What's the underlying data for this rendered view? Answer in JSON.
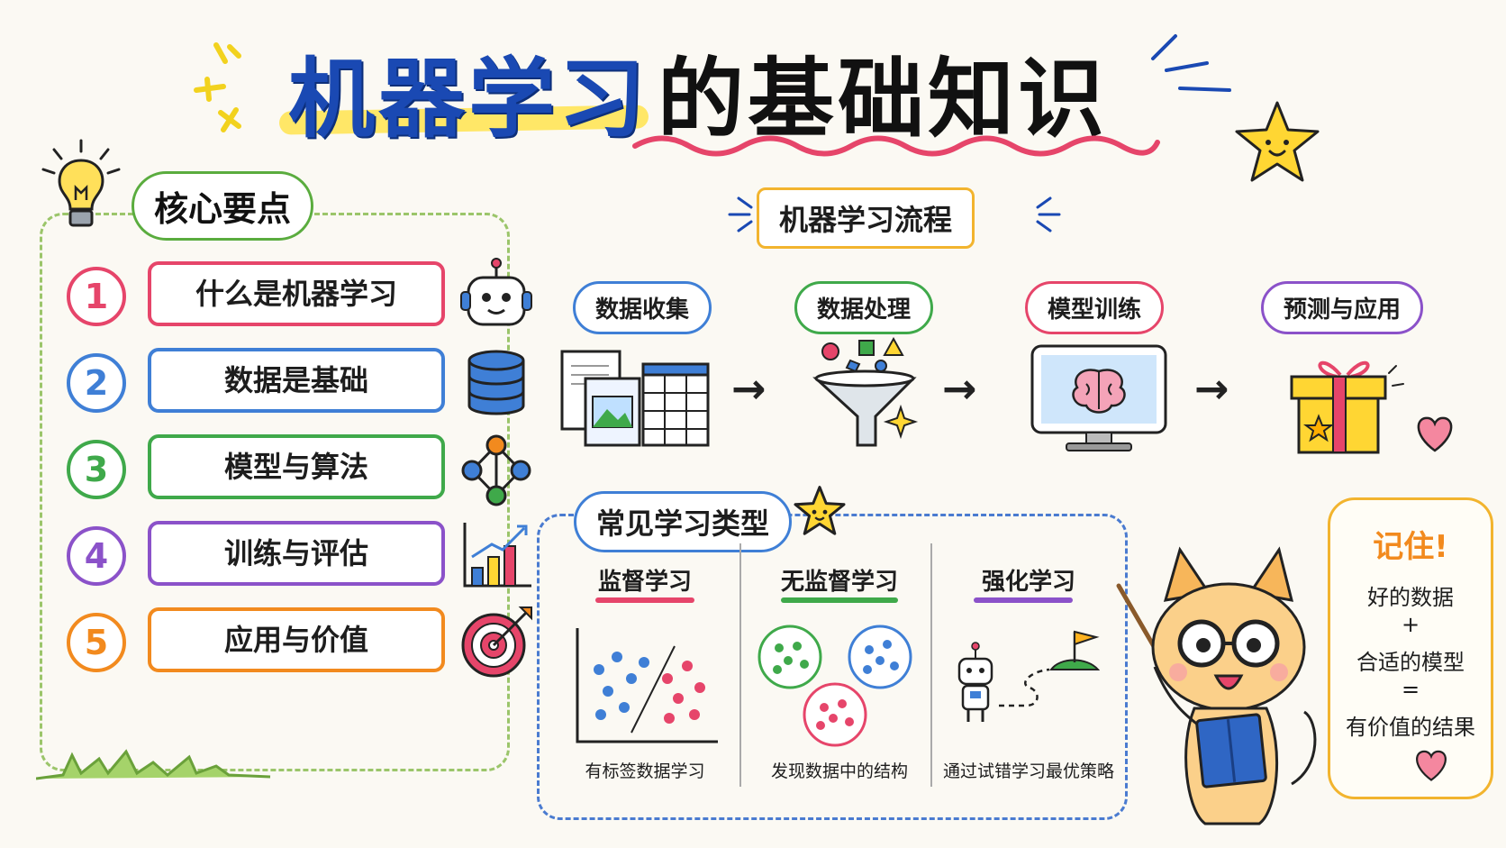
{
  "title": {
    "part1": "机器学习",
    "part2": "的基础知识"
  },
  "core": {
    "label": "核心要点",
    "items": [
      {
        "num": "1",
        "label": "什么是机器学习",
        "color": "#e6456a",
        "icon": "robot-icon"
      },
      {
        "num": "2",
        "label": "数据是基础",
        "color": "#3f7fd6",
        "icon": "database-icon"
      },
      {
        "num": "3",
        "label": "模型与算法",
        "color": "#3fa94a",
        "icon": "network-icon"
      },
      {
        "num": "4",
        "label": "训练与评估",
        "color": "#8b52c9",
        "icon": "bar-chart-icon"
      },
      {
        "num": "5",
        "label": "应用与价值",
        "color": "#f28a1e",
        "icon": "target-icon"
      }
    ]
  },
  "flow": {
    "label": "机器学习流程",
    "steps": [
      {
        "label": "数据收集",
        "color": "#3f7fd6",
        "icon": "documents-icon"
      },
      {
        "label": "数据处理",
        "color": "#3fa94a",
        "icon": "funnel-icon"
      },
      {
        "label": "模型训练",
        "color": "#e6456a",
        "icon": "monitor-brain-icon"
      },
      {
        "label": "预测与应用",
        "color": "#8b52c9",
        "icon": "gift-icon"
      }
    ],
    "arrow": "→"
  },
  "types": {
    "label": "常见学习类型",
    "items": [
      {
        "name": "监督学习",
        "desc": "有标签数据学习",
        "color": "#e6456a"
      },
      {
        "name": "无监督学习",
        "desc": "发现数据中的结构",
        "color": "#3fa94a"
      },
      {
        "name": "强化学习",
        "desc": "通过试错学习最优策略",
        "color": "#8b52c9"
      }
    ]
  },
  "note": {
    "title": "记住!",
    "line1": "好的数据",
    "plus": "+",
    "line2": "合适的模型",
    "equals": "=",
    "line3": "有价值的结果"
  }
}
